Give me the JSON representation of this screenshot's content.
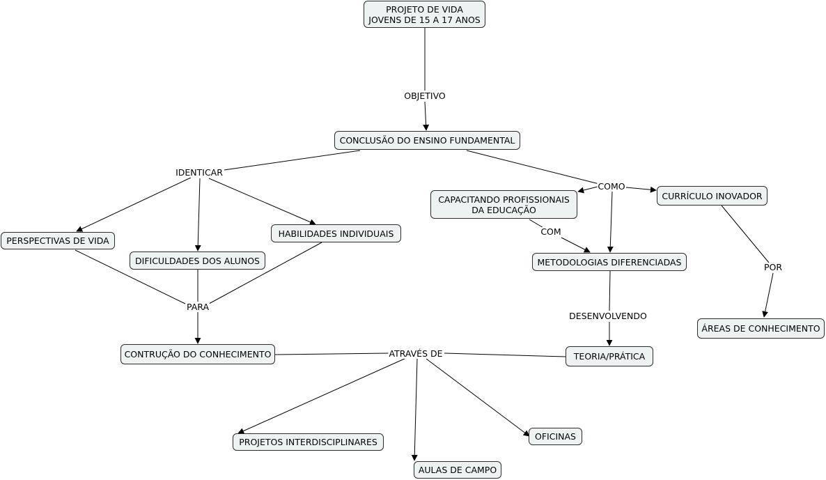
{
  "nodes": {
    "projeto": "PROJETO DE VIDA\nJOVENS DE 15 A 17 ANOS",
    "conclusao": "CONCLUSÃO DO ENSINO FUNDAMENTAL",
    "capacitando": "CAPACITANDO PROFISSIONAIS\nDA EDUCAÇÃO",
    "curriculo": "CURRÍCULO INOVADOR",
    "perspectivas": "PERSPECTIVAS DE VIDA",
    "habilidades": "HABILIDADES INDIVIDUAIS",
    "dificuldades": "DIFICULDADES DOS ALUNOS",
    "metodologias": "METODOLOGIAS DIFERENCIADAS",
    "areas": "ÁREAS DE CONHECIMENTO",
    "contrucao": "CONTRUÇÃO DO CONHECIMENTO",
    "teoria": "TEORIA/PRÁTICA",
    "projetos": "PROJETOS INTERDISCIPLINARES",
    "oficinas": "OFICINAS",
    "aulas": "AULAS DE CAMPO"
  },
  "links": {
    "objetivo": "OBJETIVO",
    "identicar": "IDENTICAR",
    "como": "COMO",
    "com": "COM",
    "por": "POR",
    "para": "PARA",
    "desenvolvendo": "DESENVOLVENDO",
    "atraves": "ATRAVÉS DE"
  },
  "colors": {
    "node_fill": "#eef2f3",
    "node_border": "#2b2b2b",
    "edge": "#000000"
  }
}
